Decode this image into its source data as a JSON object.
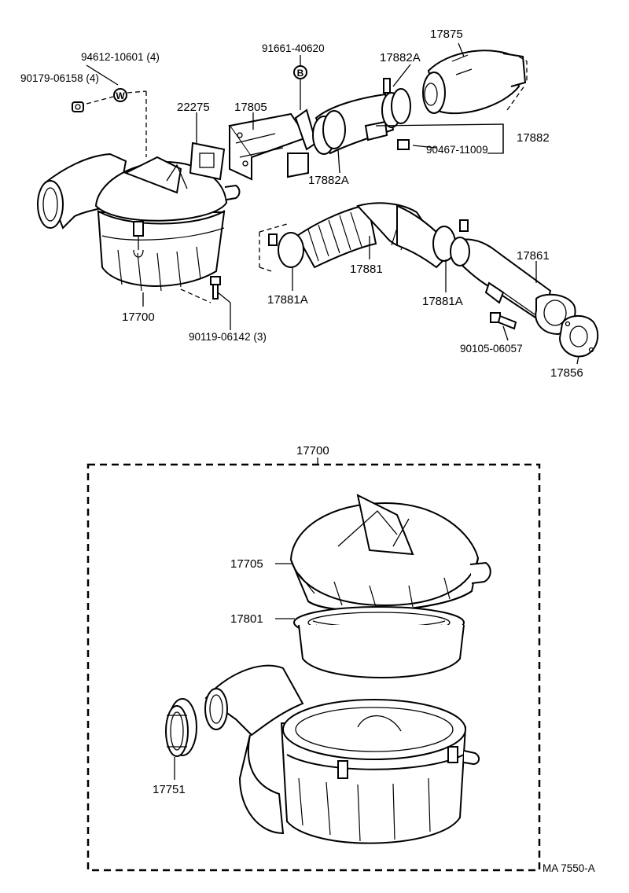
{
  "diagram": {
    "reference": "MA 7550-A",
    "labels": {
      "p94612": "94612-10601 (4)",
      "p90179": "90179-06158 (4)",
      "p91661": "91661-40620",
      "p17875": "17875",
      "p17882A_top": "17882A",
      "p22275": "22275",
      "p17805": "17805",
      "p17882": "17882",
      "p90467": "90467-11009",
      "p17882A_mid": "17882A",
      "p17861": "17861",
      "p17881": "17881",
      "p17881A_left": "17881A",
      "p17881A_right": "17881A",
      "p17700_top": "17700",
      "p90119": "90119-06142 (3)",
      "p90105": "90105-06057",
      "p17856": "17856",
      "p17700_box": "17700",
      "p17705": "17705",
      "p17801": "17801",
      "p17751": "17751"
    },
    "markers": {
      "w": "W",
      "b": "B"
    }
  }
}
